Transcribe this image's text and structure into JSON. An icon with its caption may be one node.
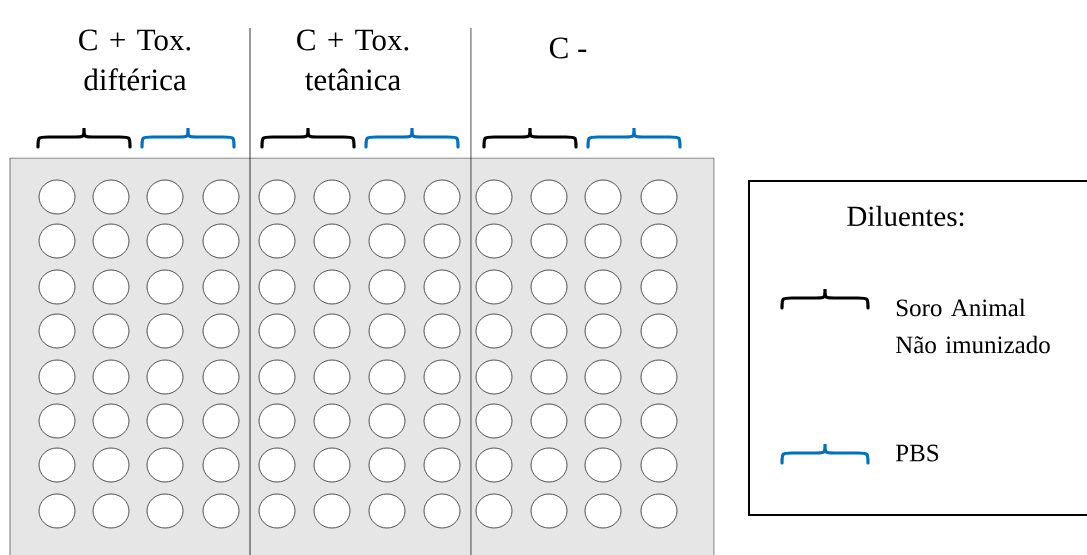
{
  "diagram": {
    "labels": [
      "C + Tox. diftérica",
      "C + Tox. tetânica",
      "C -",
      "Diluentes:"
    ],
    "legend": [
      {
        "text": "Soro Animal Não imunizado"
      },
      {
        "text": "PBS"
      }
    ]
  }
}
